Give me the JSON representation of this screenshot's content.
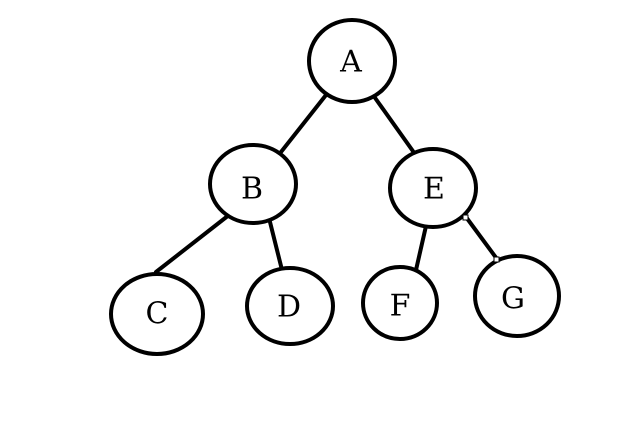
{
  "diagram": {
    "type": "binary-tree",
    "nodes": [
      {
        "id": "A",
        "label": "A"
      },
      {
        "id": "B",
        "label": "B"
      },
      {
        "id": "E",
        "label": "E"
      },
      {
        "id": "C",
        "label": "C"
      },
      {
        "id": "D",
        "label": "D"
      },
      {
        "id": "F",
        "label": "F"
      },
      {
        "id": "G",
        "label": "G"
      }
    ],
    "edges": [
      {
        "from": "A",
        "to": "B"
      },
      {
        "from": "A",
        "to": "E"
      },
      {
        "from": "B",
        "to": "C"
      },
      {
        "from": "B",
        "to": "D"
      },
      {
        "from": "E",
        "to": "F"
      },
      {
        "from": "E",
        "to": "G"
      }
    ],
    "colors": {
      "stroke": "#000000",
      "fill": "#ffffff",
      "background": "#ffffff"
    }
  }
}
